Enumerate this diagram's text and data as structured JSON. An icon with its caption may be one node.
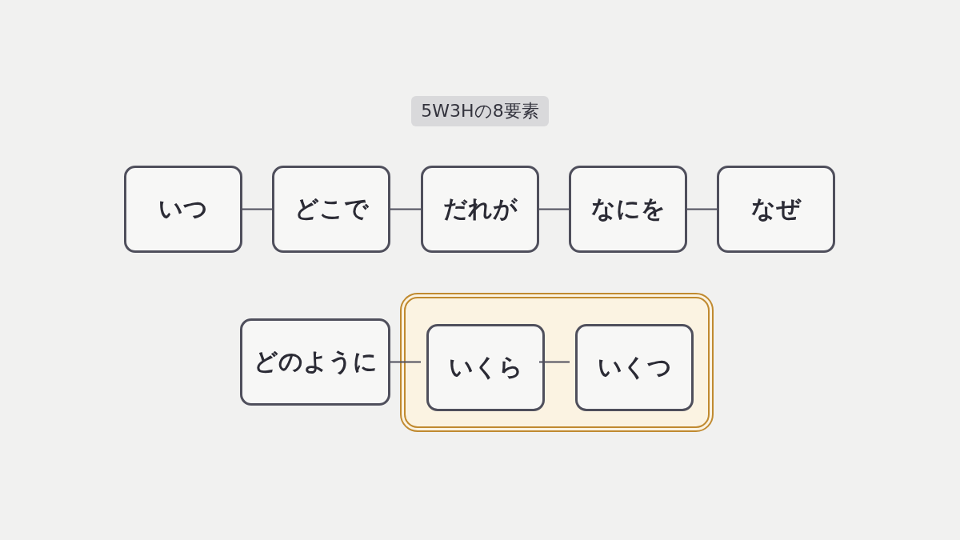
{
  "diagram": {
    "title": "5W3Hの8要素",
    "nodes": [
      {
        "text": [
          "いつ"
        ]
      },
      {
        "text": [
          "どこで"
        ]
      },
      {
        "text": [
          "だれが"
        ]
      },
      {
        "text": [
          "なにを"
        ]
      },
      {
        "text": [
          "なぜ"
        ]
      },
      {
        "text": [
          "どのように"
        ]
      },
      {
        "text": [],
        "shape": "box"
      },
      {
        "text": [
          "いくら"
        ],
        "in": 6
      },
      {
        "text": [
          "いくつ"
        ],
        "in": 6
      }
    ],
    "edges": [
      {
        "from": 0,
        "to": 1,
        "arrow": "none"
      },
      {
        "from": 1,
        "to": 2,
        "arrow": "none"
      },
      {
        "from": 2,
        "to": 3,
        "arrow": "none"
      },
      {
        "from": 3,
        "to": 4,
        "arrow": "none"
      },
      {
        "from": 5,
        "to": 7,
        "arrow": "none"
      },
      {
        "from": 7,
        "to": 8,
        "arrow": "none"
      }
    ]
  }
}
